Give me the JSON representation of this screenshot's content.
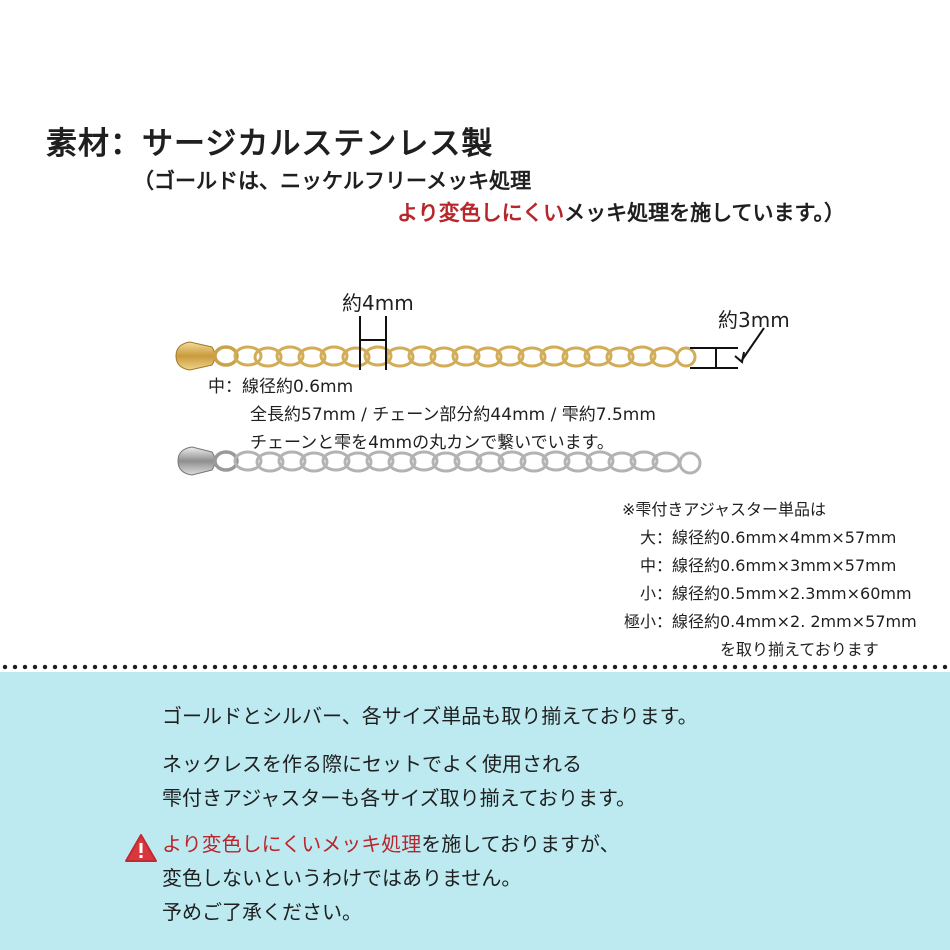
{
  "header": {
    "title": "素材：サージカルステンレス製",
    "note_line1": "（ゴールドは、ニッケルフリーメッキ処理",
    "note_line2_highlight": "より変色しにくい",
    "note_line2_rest": "メッキ処理を施しています。）"
  },
  "dimensions": {
    "link_width": "約4mm",
    "ring_size": "約3mm"
  },
  "spec": {
    "size_line": "中：線径約0.6mm",
    "length_line": "全長約57mm / チェーン部分約44mm / 雫約7.5mm",
    "join_line": "チェーンと雫を4mmの丸カンで繋いでいます。"
  },
  "singles": {
    "heading": "※雫付きアジャスター単品は",
    "rows": [
      "大：線径約0.6mm×4mm×57mm",
      "中：線径約0.6mm×3mm×57mm",
      "小：線径約0.5mm×2.3mm×60mm",
      "極小：線径約0.4mm×2. 2mm×57mm"
    ],
    "tail": "を取り揃えております"
  },
  "panel": {
    "line1": "ゴールドとシルバー、各サイズ単品も取り揃えております。",
    "line2a": "ネックレスを作る際にセットでよく使用される",
    "line2b": "雫付きアジャスターも各サイズ取り揃えております。",
    "line3a_highlight": "より変色しにくいメッキ処理",
    "line3a_rest": "を施しておりますが、",
    "line3b": "変色しないというわけではありません。",
    "line3c": "予めご了承ください。"
  },
  "colors": {
    "accent_red": "#b8262c",
    "panel_bg": "#bdeaf0",
    "gold": "#d6b25a",
    "silver": "#b5b5b5"
  },
  "icons": {
    "warning": "warning-triangle-icon"
  }
}
